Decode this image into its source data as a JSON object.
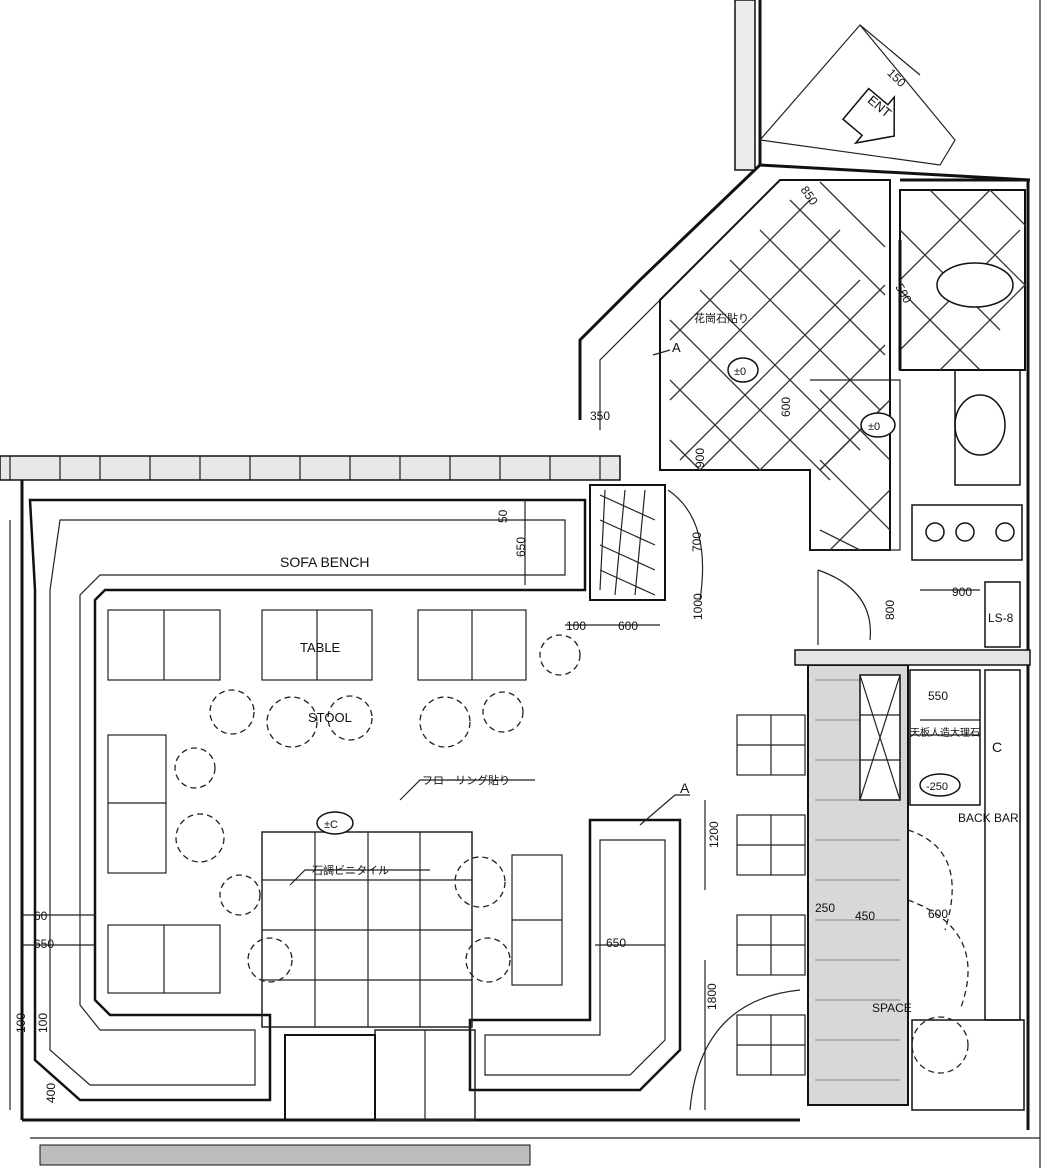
{
  "labels": {
    "sofa": "SOFA BENCH",
    "table": "TABLE",
    "stool": "STOOL",
    "back_bar": "BACK BAR",
    "space": "SPACE",
    "ent": "ENT",
    "ls": "LS-8",
    "mark_a1": "A",
    "mark_a2": "A",
    "mark_c": "C",
    "floor_pc": "±C",
    "floor_p0a": "±0",
    "floor_p0b": "±0",
    "level_250": "-250",
    "jp_entrance": "花崗石貼り",
    "jp_floor": "フローリング貼り",
    "jp_tile": "石調ビニタイル",
    "jp_counter": "天板人造大理石"
  },
  "dims": {
    "d150": "150",
    "d850": "850",
    "d500": "500",
    "d600a": "600",
    "d350": "350",
    "d700": "700",
    "d900a": "900",
    "d50": "50",
    "d650a": "650",
    "d100a": "100",
    "d600b": "600",
    "d1000": "1000",
    "d800": "800",
    "d900b": "900",
    "d550": "550",
    "d1200": "1200",
    "d250": "250",
    "d450": "450",
    "d600c": "600",
    "d1800": "1800",
    "d650b": "650",
    "d650c": "650",
    "d60": "60",
    "d100b": "100",
    "d100c": "100",
    "d400": "400"
  }
}
